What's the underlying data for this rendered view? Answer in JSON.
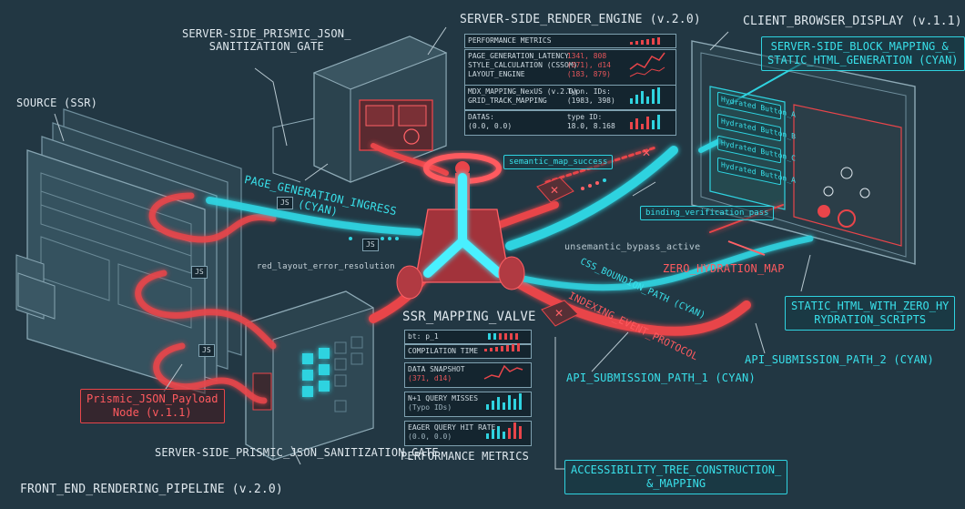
{
  "labels": {
    "source": "SOURCE (SSR)",
    "sanitization_gate_top": "SERVER-SIDE_PRISMIC_JSON_\nSANITIZATION_GATE",
    "render_engine": "SERVER-SIDE_RENDER_ENGINE (v.2.0)",
    "client_display": "CLIENT_BROWSER_DISPLAY (v.1.1)",
    "block_mapping": "SERVER-SIDE_BLOCK_MAPPING_&_\nSTATIC_HTML_GENERATION (CYAN)",
    "page_generation_ingress": "PAGE_GENERATION_INGRESS\n(CYAN)",
    "red_layout_error": "red_layout_error_resolution",
    "semantic_map_success": "semantic_map_success",
    "binding_verification": "binding_verification_pass",
    "unsemantic_bypass": "unsemantic_bypass_active",
    "zero_hydration_map": "ZERO_HYDRATION_MAP",
    "css_boundion_path": "CSS_BOUNDION_PATH (CYAN)",
    "indexing_event_protocol": "INDEXING_EVENT_PROTOCOL",
    "ssr_mapping_valve": "SSR_MAPPING_VALVE",
    "static_html_zero": "STATIC_HTML_WITH_ZERO_HY\nRYDRATION_SCRIPTS",
    "api_path_2": "API_SUBMISSION_PATH_2 (CYAN)",
    "api_path_1": "API_SUBMISSION_PATH_1 (CYAN)",
    "prismic_payload": "Prismic_JSON_Payload\nNode (v.1.1)",
    "sanitization_gate_bottom": "SERVER-SIDE_PRISMIC_JSON_SANITIZATION_GATE",
    "performance_metrics_bottom": "PERFORMANCE METRICS",
    "accessibility_tree": "ACCESSIBILITY_TREE_CONSTRUCTION_\n&_MAPPING",
    "pipeline": "FRONT_END_RENDERING_PIPELINE (v.2.0)",
    "js": "JS"
  },
  "engine_panel": {
    "header": "PERFORMANCE METRICS",
    "rows": [
      {
        "label": "PAGE_GENERATION_LATENCY\nSTYLE_CALCULATION (CSSOM)\nLAYOUT_ENGINE",
        "value": "134l, 808\n(371), d14\n(183, 879)"
      },
      {
        "label": "MDX_MAPPING_NexUS (v.2.0)\nGRID_TRACK_MAPPING",
        "value": "Typn. IDs:\n(1983, 398)"
      },
      {
        "label": "DATAS:\n(0.0, 0.0)",
        "value": "type ID:\n18.0, 8.168"
      }
    ]
  },
  "valve_panel": {
    "rows": [
      {
        "label": "bt: p_1",
        "sub": ""
      },
      {
        "label": "COMPILATION TIME",
        "sub": ""
      },
      {
        "label": "DATA SNAPSHOT",
        "sub": "(371, d14)"
      },
      {
        "label": "N+1 QUERY MISSES",
        "sub": "(Typo IDs)"
      },
      {
        "label": "EAGER QUERY HIT RATE",
        "sub": "(0.0, 0.0)"
      }
    ]
  },
  "browser_buttons": [
    "Hydrated Button_A",
    "Hydrated Button_B",
    "Hydrated Button_C",
    "Hydrated Button_A"
  ],
  "colors": {
    "cyan": "#2fd3e0",
    "red": "#e8454a",
    "background": "#223743"
  }
}
